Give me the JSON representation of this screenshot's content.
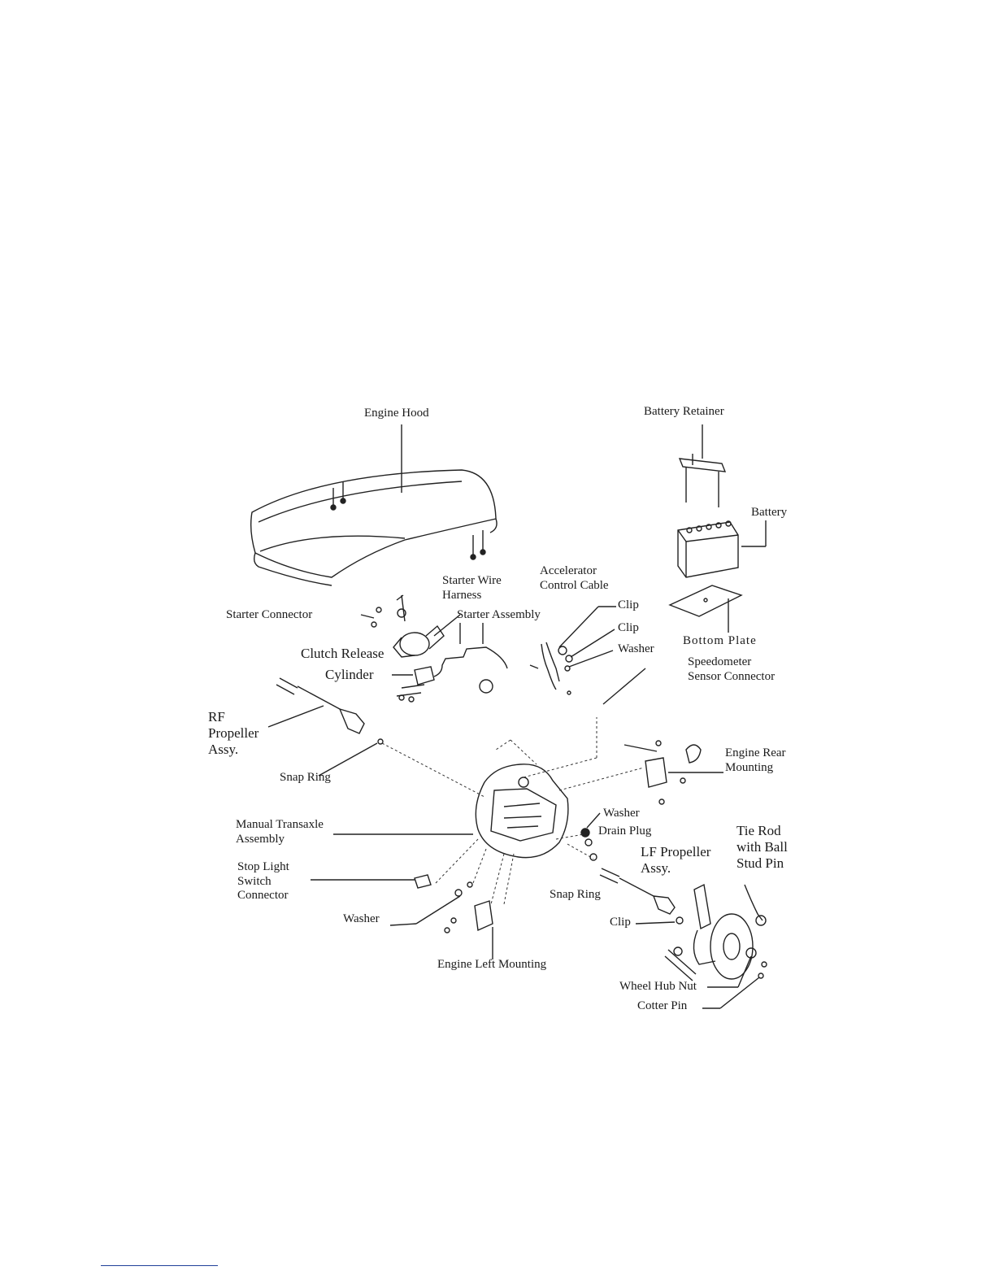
{
  "labels": {
    "engine_hood": "Engine Hood",
    "battery_retainer": "Battery Retainer",
    "battery": "Battery",
    "bottom_plate": "Bottom Plate",
    "accelerator_control_cable": "Accelerator\nControl Cable",
    "clip_top": "Clip",
    "clip_second": "Clip",
    "washer_top": "Washer",
    "starter_wire_harness": "Starter Wire\nHarness",
    "starter_connector": "Starter Connector",
    "starter_assembly": "Starter Assembly",
    "clutch_release_cylinder_1": "Clutch Release",
    "clutch_release_cylinder_2": "Cylinder",
    "speedometer_sensor_connector": "Speedometer\nSensor Connector",
    "rf_propeller_assy": "RF\nPropeller\nAssy.",
    "snap_ring_left": "Snap Ring",
    "engine_rear_mounting": "Engine Rear\nMounting",
    "washer_right": "Washer",
    "drain_plug": "Drain Plug",
    "tie_rod": "Tie Rod\nwith Ball\nStud Pin",
    "manual_transaxle_assembly": "Manual Transaxle\nAssembly",
    "lf_propeller_assy": "LF Propeller\nAssy.",
    "stop_light_switch_connector": "Stop Light\nSwitch\nConnector",
    "snap_ring_right": "Snap Ring",
    "washer_bottom": "Washer",
    "clip_bottom": "Clip",
    "engine_left_mounting": "Engine Left Mounting",
    "wheel_hub_nut": "Wheel Hub Nut",
    "cotter_pin": "Cotter Pin"
  },
  "colors": {
    "ink": "#1a1a1a",
    "line": "#222222",
    "footnote_rule": "#1f3f99"
  }
}
